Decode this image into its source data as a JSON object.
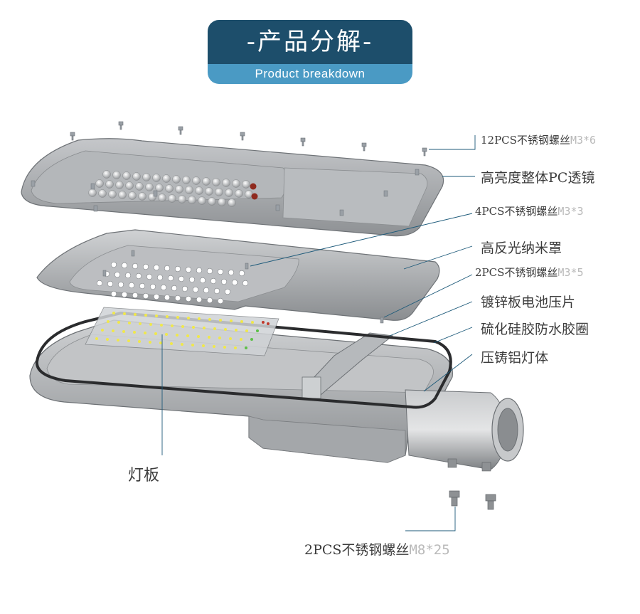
{
  "header": {
    "title": "-产品分解-",
    "subtitle": "Product breakdown"
  },
  "labels": [
    {
      "id": "screws-12",
      "main": "12PCS不锈钢螺丝",
      "spec": "M3*6"
    },
    {
      "id": "pc-lens",
      "main": "高亮度整体PC透镜",
      "spec": ""
    },
    {
      "id": "screws-4",
      "main": "4PCS不锈钢螺丝",
      "spec": "M3*3"
    },
    {
      "id": "reflector",
      "main": "高反光纳米罩",
      "spec": ""
    },
    {
      "id": "screws-2-m3",
      "main": "2PCS不锈钢螺丝",
      "spec": "M3*5"
    },
    {
      "id": "battery-plate",
      "main": "镀锌板电池压片",
      "spec": ""
    },
    {
      "id": "gasket",
      "main": "硫化硅胶防水胶圈",
      "spec": ""
    },
    {
      "id": "housing",
      "main": "压铸铝灯体",
      "spec": ""
    },
    {
      "id": "led-board",
      "main": "灯板",
      "spec": ""
    },
    {
      "id": "screws-2-m8",
      "main": "2PCS不锈钢螺丝",
      "spec": "M8*25"
    }
  ],
  "colors": {
    "banner_dark": "#1d4e6b",
    "banner_light": "#4a9ac4",
    "label_text": "#3c3c3c",
    "spec_text": "#b9b9b9",
    "leader_line": "#1d5a7a",
    "metal": "#a9acb0",
    "led_yellow": "#f0e84a",
    "led_green": "#5cc046",
    "led_red": "#c0392b"
  }
}
